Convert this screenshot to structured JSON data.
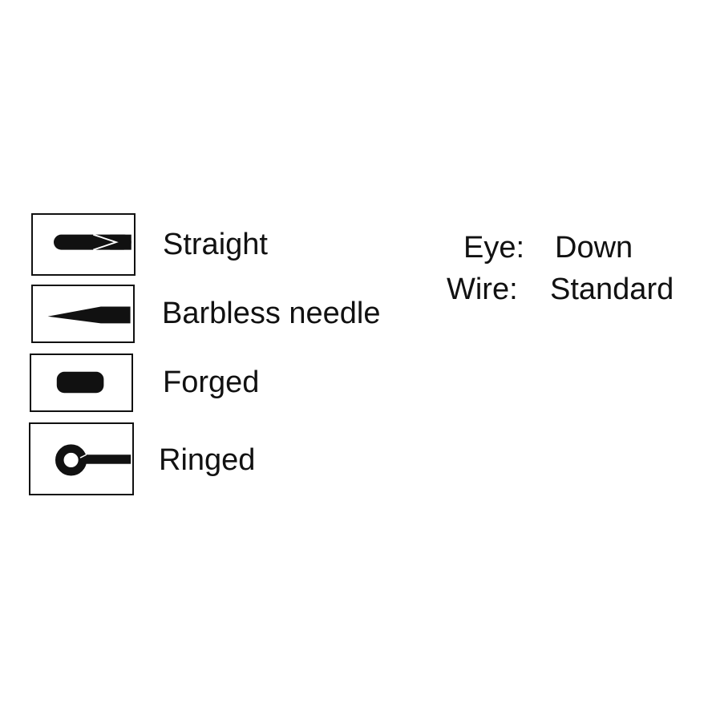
{
  "legend": {
    "items": [
      {
        "label": "Straight",
        "icon": "straight-shank-icon"
      },
      {
        "label": "Barbless needle",
        "icon": "barbless-needle-icon"
      },
      {
        "label": "Forged",
        "icon": "forged-icon"
      },
      {
        "label": "Ringed",
        "icon": "ringed-eye-icon"
      }
    ]
  },
  "specs": {
    "eye_label": "Eye:",
    "eye_value": "Down",
    "wire_label": "Wire:",
    "wire_value": "Standard"
  },
  "colors": {
    "ink": "#111111",
    "background": "#ffffff"
  }
}
